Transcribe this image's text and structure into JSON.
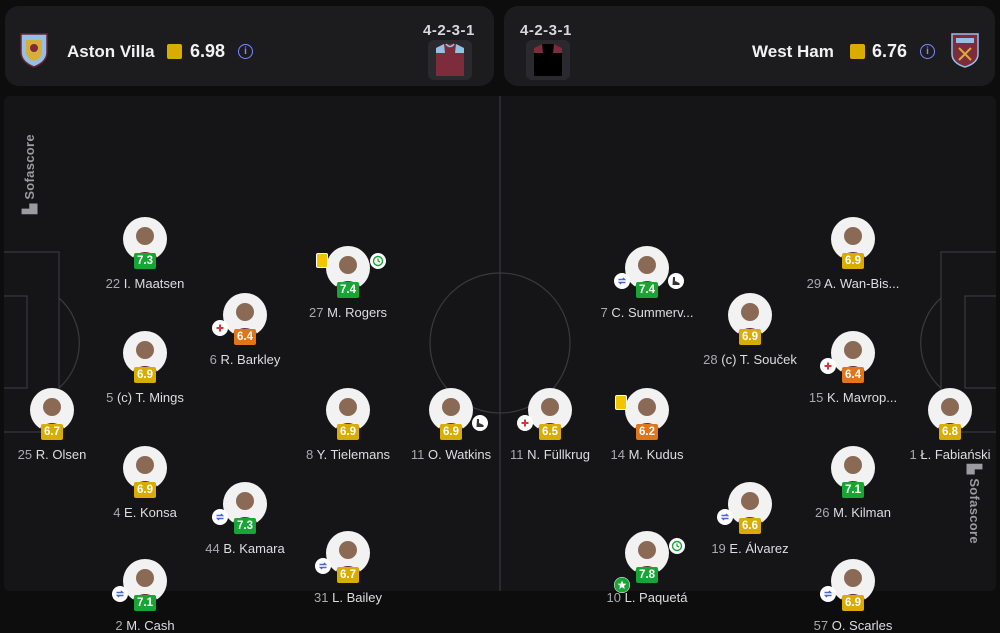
{
  "home": {
    "name": "Aston Villa",
    "rating": "6.98",
    "formation": "4-2-3-1",
    "colors": {
      "kit_body": "#7c2c3b",
      "kit_sleeves": "#95bfe5",
      "rating_square": "#d9ad00"
    },
    "crest_icon": "aston-villa-crest-icon"
  },
  "away": {
    "name": "West Ham",
    "rating": "6.76",
    "formation": "4-2-3-1",
    "colors": {
      "kit_body": "#000000",
      "kit_sleeves": "#7c2c3b",
      "rating_square": "#d9ad00"
    },
    "crest_icon": "west-ham-crest-icon"
  },
  "watermark": "Sofascore",
  "players": [
    {
      "id": "olsen",
      "num": "25",
      "name": "R. Olsen",
      "rating": "6.7",
      "color": "yellow",
      "badges": []
    },
    {
      "id": "maatsen",
      "num": "22",
      "name": "I. Maatsen",
      "rating": "7.3",
      "color": "green",
      "badges": []
    },
    {
      "id": "mings",
      "num": "5",
      "name": "(c) T. Mings",
      "rating": "6.9",
      "color": "yellow",
      "badges": []
    },
    {
      "id": "konsa",
      "num": "4",
      "name": "E. Konsa",
      "rating": "6.9",
      "color": "yellow",
      "badges": []
    },
    {
      "id": "cash",
      "num": "2",
      "name": "M. Cash",
      "rating": "7.1",
      "color": "green",
      "badges": [
        "sub"
      ]
    },
    {
      "id": "barkley",
      "num": "6",
      "name": "R. Barkley",
      "rating": "6.4",
      "color": "orange",
      "badges": [
        "injury"
      ]
    },
    {
      "id": "kamara",
      "num": "44",
      "name": "B. Kamara",
      "rating": "7.3",
      "color": "green",
      "badges": [
        "sub"
      ]
    },
    {
      "id": "rogers",
      "num": "27",
      "name": "M. Rogers",
      "rating": "7.4",
      "color": "green",
      "badges": [
        "yellowcard",
        "clock"
      ]
    },
    {
      "id": "tielemans",
      "num": "8",
      "name": "Y. Tielemans",
      "rating": "6.9",
      "color": "yellow",
      "badges": []
    },
    {
      "id": "bailey",
      "num": "31",
      "name": "L. Bailey",
      "rating": "6.7",
      "color": "yellow",
      "badges": [
        "sub"
      ]
    },
    {
      "id": "watkins",
      "num": "11",
      "name": "O. Watkins",
      "rating": "6.9",
      "color": "yellow",
      "badges": [
        "boot"
      ]
    },
    {
      "id": "fullkrug",
      "num": "11",
      "name": "N. Füllkrug",
      "rating": "6.5",
      "color": "yellow",
      "badges": [
        "injury"
      ]
    },
    {
      "id": "kudus",
      "num": "14",
      "name": "M. Kudus",
      "rating": "6.2",
      "color": "orange",
      "badges": [
        "yellowcard"
      ]
    },
    {
      "id": "paqueta",
      "num": "10",
      "name": "L. Paquetá",
      "rating": "7.8",
      "color": "green",
      "badges": [
        "star",
        "clock"
      ]
    },
    {
      "id": "summerville",
      "num": "7",
      "name": "C. Summerv...",
      "rating": "7.4",
      "color": "green",
      "badges": [
        "sub",
        "boot"
      ]
    },
    {
      "id": "soucek",
      "num": "28",
      "name": "(c) T. Souček",
      "rating": "6.9",
      "color": "yellow",
      "badges": []
    },
    {
      "id": "alvarez",
      "num": "19",
      "name": "E. Álvarez",
      "rating": "6.6",
      "color": "yellow",
      "badges": [
        "sub"
      ]
    },
    {
      "id": "wanbissaka",
      "num": "29",
      "name": "A. Wan-Bis...",
      "rating": "6.9",
      "color": "yellow",
      "badges": []
    },
    {
      "id": "mavropanos",
      "num": "15",
      "name": "K. Mavrop...",
      "rating": "6.4",
      "color": "orange",
      "badges": [
        "injury"
      ]
    },
    {
      "id": "kilman",
      "num": "26",
      "name": "M. Kilman",
      "rating": "7.1",
      "color": "green",
      "badges": []
    },
    {
      "id": "scarles",
      "num": "57",
      "name": "O. Scarles",
      "rating": "6.9",
      "color": "yellow",
      "badges": [
        "sub"
      ]
    },
    {
      "id": "fabianski",
      "num": "1",
      "name": "Ł. Fabiański",
      "rating": "6.8",
      "color": "yellow",
      "badges": []
    }
  ]
}
